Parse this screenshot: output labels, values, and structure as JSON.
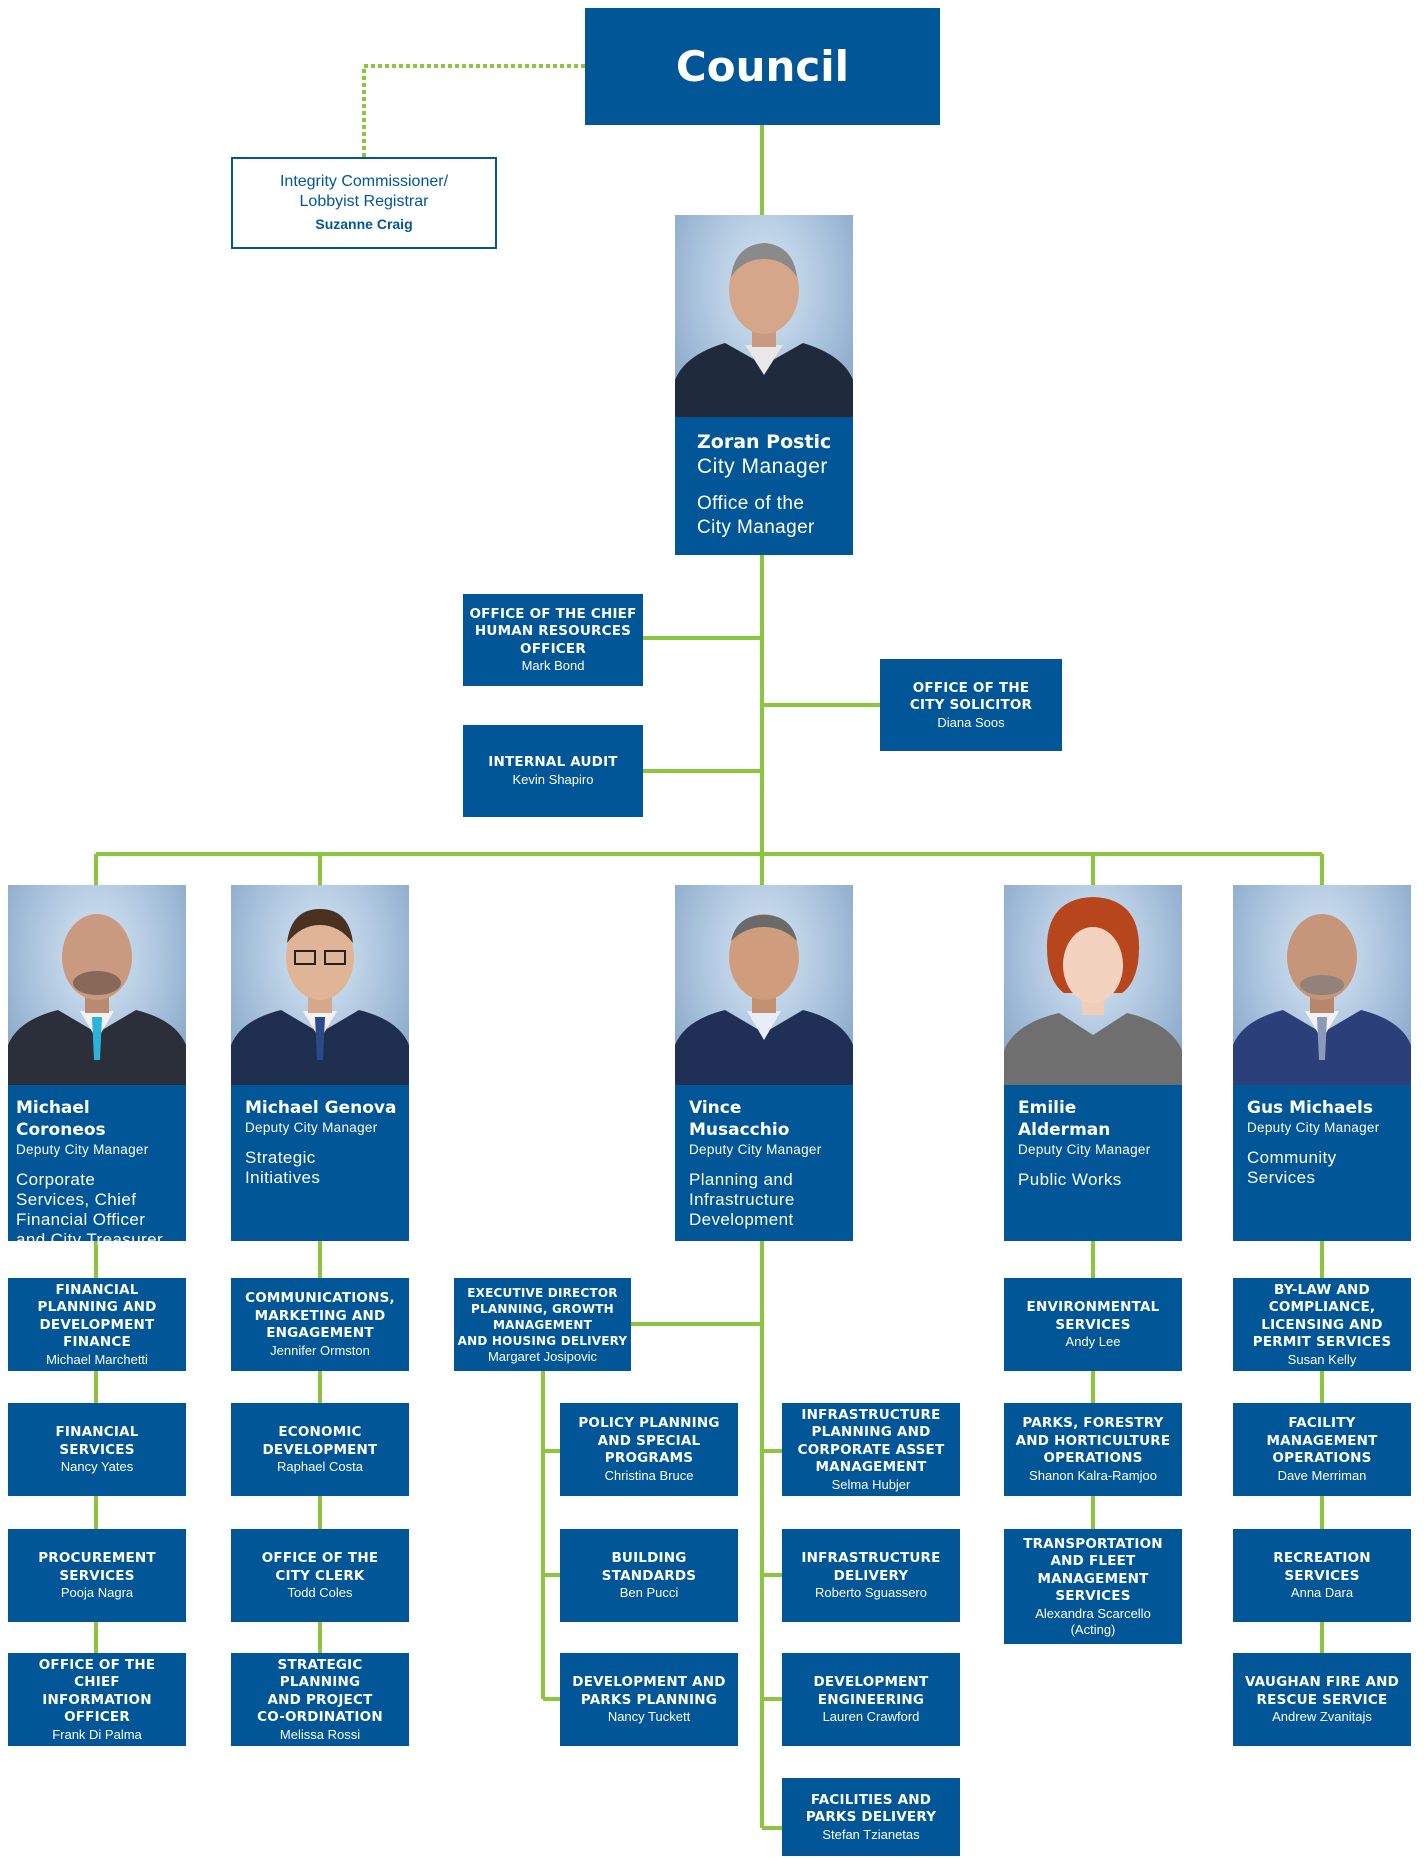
{
  "council": {
    "label": "Council"
  },
  "integrity": {
    "role": "Integrity Commissioner/\nLobbyist Registrar",
    "name": "Suzanne Craig"
  },
  "city_manager": {
    "name": "Zoran Postic",
    "title": "City Manager",
    "office": "Office of the\nCity Manager"
  },
  "offices": {
    "hr": {
      "title": "Office of the Chief\nHuman Resources\nOfficer",
      "name": "Mark Bond"
    },
    "audit": {
      "title": "Internal Audit",
      "name": "Kevin Shapiro"
    },
    "solicitor": {
      "title": "Office of the\nCity Solicitor",
      "name": "Diana Soos"
    }
  },
  "deputies": [
    {
      "name": "Michael Coroneos",
      "title": "Deputy City Manager",
      "portfolio": "Corporate\nServices,  Chief\nFinancial Officer\nand City Treasurer",
      "departments": [
        {
          "title": "Financial\nPlanning and\nDevelopment\nFinance",
          "name": "Michael Marchetti"
        },
        {
          "title": "Financial\nServices",
          "name": "Nancy Yates"
        },
        {
          "title": "Procurement\nServices",
          "name": "Pooja Nagra"
        },
        {
          "title": "Office of the\nChief\nInformation\nOfficer",
          "name": "Frank Di Palma"
        }
      ]
    },
    {
      "name": "Michael Genova",
      "title": "Deputy City Manager",
      "portfolio": "Strategic\nInitiatives",
      "departments": [
        {
          "title": "Communications,\nMarketing and\nEngagement",
          "name": "Jennifer Ormston"
        },
        {
          "title": "Economic\nDevelopment",
          "name": "Raphael Costa"
        },
        {
          "title": "Office of the\nCity Clerk",
          "name": "Todd Coles"
        },
        {
          "title": "Strategic Planning\nand Project\nCo-ordination",
          "name": "Melissa Rossi"
        }
      ]
    },
    {
      "name": "Vince Musacchio",
      "title": "Deputy City Manager",
      "portfolio": "Planning and\nInfrastructure\nDevelopment",
      "executive": {
        "title": "Executive Director\nPlanning, Growth\nManagement\nand Housing Delivery",
        "name": "Margaret Josipovic"
      },
      "sub_departments": [
        {
          "title": "Policy Planning\nand Special\nPrograms",
          "name": "Christina Bruce"
        },
        {
          "title": "Building\nStandards",
          "name": "Ben Pucci"
        },
        {
          "title": "Development and\nParks Planning",
          "name": "Nancy Tuckett"
        }
      ],
      "departments": [
        {
          "title": "Infrastructure\nPlanning and\nCorporate Asset\nManagement",
          "name": "Selma Hubjer"
        },
        {
          "title": "Infrastructure\nDelivery",
          "name": "Roberto Sguassero"
        },
        {
          "title": "Development\nEngineering",
          "name": "Lauren Crawford"
        },
        {
          "title": "Facilities and\nParks Delivery",
          "name": "Stefan Tzianetas"
        }
      ]
    },
    {
      "name": "Emilie Alderman",
      "title": "Deputy City Manager",
      "portfolio": "Public Works",
      "departments": [
        {
          "title": "Environmental\nServices",
          "name": "Andy Lee"
        },
        {
          "title": "Parks, Forestry\nand Horticulture\nOperations",
          "name": "Shanon Kalra-Ramjoo"
        },
        {
          "title": "Transportation\nand Fleet\nManagement\nServices",
          "name": "Alexandra Scarcello\n(Acting)"
        }
      ]
    },
    {
      "name": "Gus Michaels",
      "title": "Deputy City Manager",
      "portfolio": "Community\nServices",
      "departments": [
        {
          "title": "By-law and\nCompliance,\nLicensing and\nPermit Services",
          "name": "Susan Kelly"
        },
        {
          "title": "Facility\nManagement\nOperations",
          "name": "Dave Merriman"
        },
        {
          "title": "Recreation\nServices",
          "name": "Anna Dara"
        },
        {
          "title": "Vaughan Fire and\nRescue Service",
          "name": "Andrew Zvanitajs"
        }
      ]
    }
  ],
  "colors": {
    "box": "#005697",
    "connector": "#8cc63f",
    "background": "#ffffff"
  }
}
